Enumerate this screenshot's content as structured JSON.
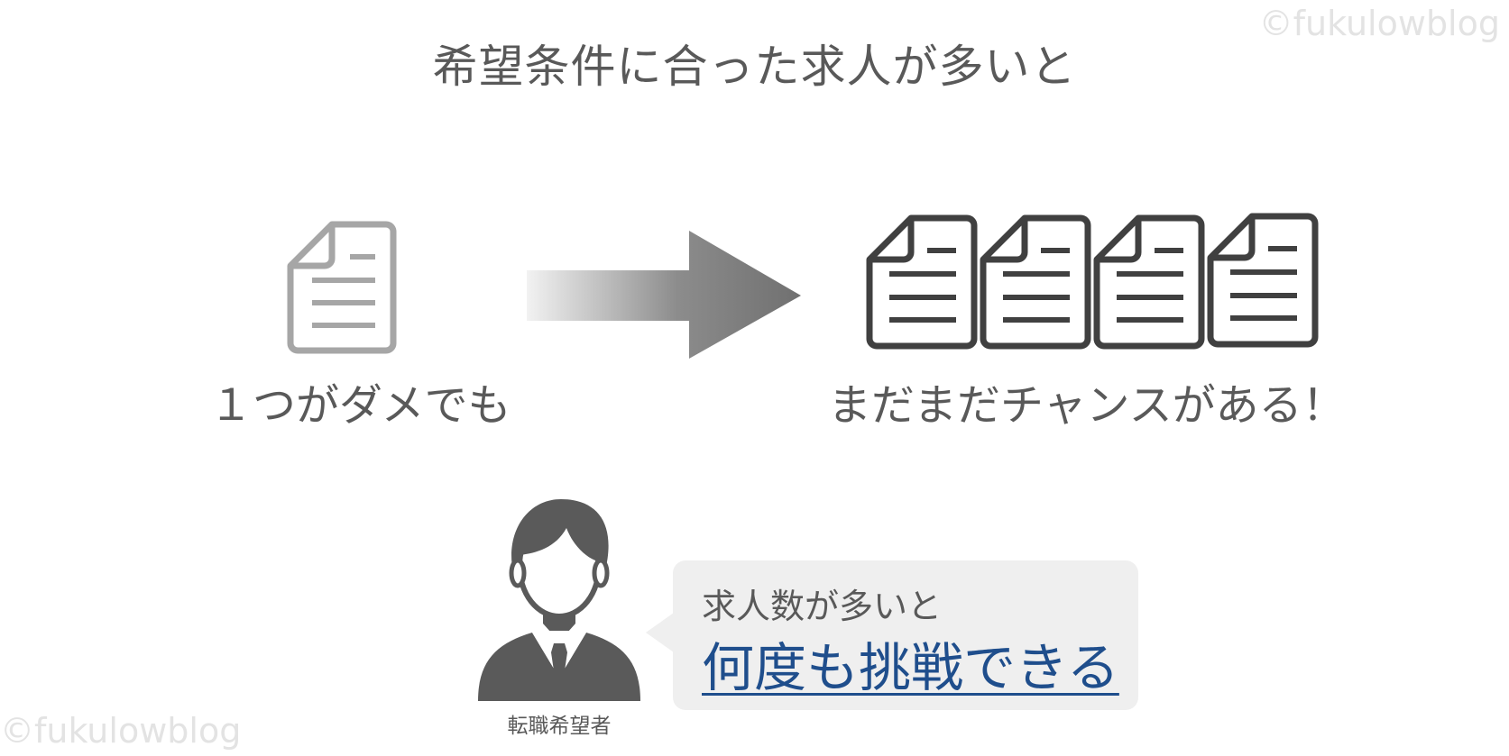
{
  "watermark": "©fukulowblog",
  "title": "希望条件に合った求人が多いと",
  "left_label": "１つがダメでも",
  "right_label": "まだまだチャンスがある！",
  "person_caption": "転職希望者",
  "bubble": {
    "line1": "求人数が多いと",
    "line2": "何度も挑戦できる"
  },
  "icons": {
    "single_document": "document-icon",
    "multiple_documents": "document-icon",
    "arrow": "arrow-right-icon",
    "person": "businessman-icon"
  },
  "colors": {
    "text": "#595959",
    "faded_icon": "#a6a6a6",
    "dark_icon": "#404040",
    "arrow": "#707070",
    "bubble_bg": "#efefef",
    "emphasis": "#1f4e8c"
  }
}
